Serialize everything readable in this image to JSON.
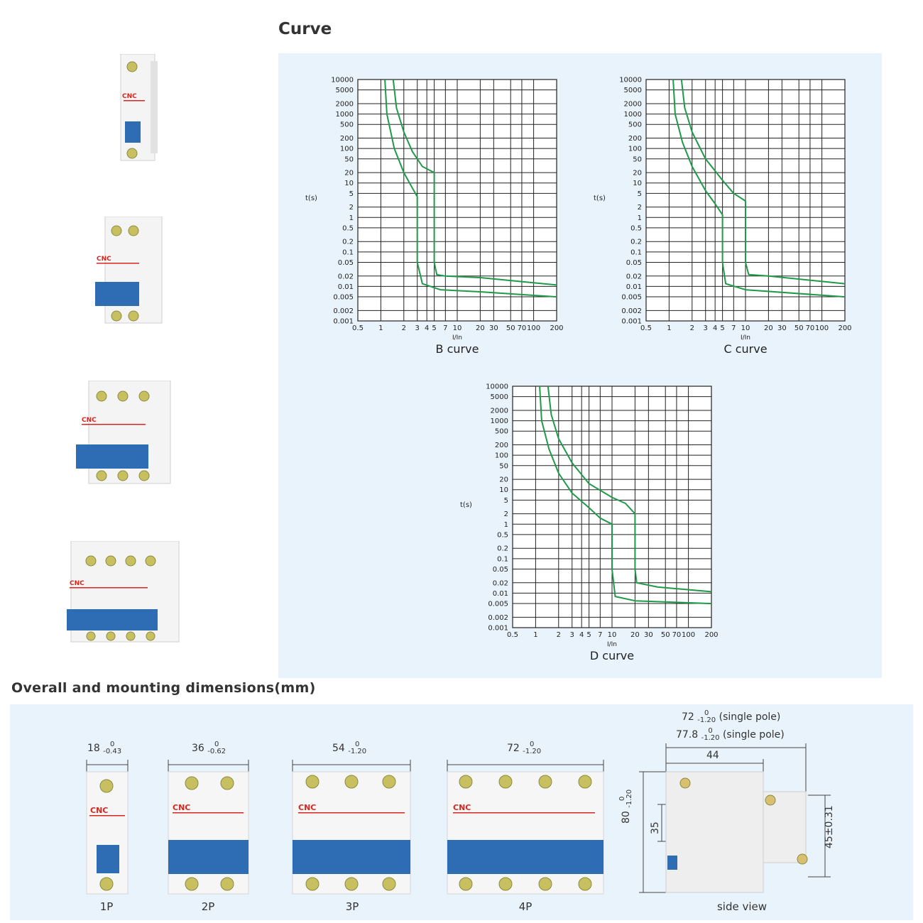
{
  "headings": {
    "curve": "Curve",
    "dimensions": "Overall and mounting dimensions(mm)"
  },
  "brand": "CNC",
  "colors": {
    "brand_red": "#d7261e",
    "handle_blue": "#2e6db4",
    "curve_green": "#1f9a48",
    "panel_bg": "#e8f3fb"
  },
  "chart_data": [
    {
      "type": "line",
      "title": "B curve",
      "xlabel": "I/In",
      "ylabel": "t(s)",
      "x_scale": "log",
      "y_scale": "log",
      "xlim": [
        0.5,
        200
      ],
      "ylim": [
        0.001,
        10000
      ],
      "x_ticks": [
        "0.5",
        "1",
        "2",
        "3",
        "4",
        "5",
        "7",
        "10",
        "20",
        "30",
        "50",
        "70",
        "100",
        "200"
      ],
      "y_ticks": [
        "10000",
        "5000",
        "2000",
        "1000",
        "500",
        "200",
        "100",
        "50",
        "20",
        "10",
        "5",
        "2",
        "1",
        "0.5",
        "0.2",
        "0.1",
        "0.05",
        "0.02",
        "0.01",
        "0.005",
        "0.002",
        "0.001"
      ],
      "grid": true,
      "series": [
        {
          "x": [
            1.13,
            1.2,
            1.5,
            2,
            2.6,
            3,
            3,
            3.5,
            6,
            20,
            200
          ],
          "y": [
            10000,
            1000,
            100,
            20,
            7,
            4,
            0.05,
            0.012,
            0.008,
            0.007,
            0.005
          ]
        },
        {
          "x": [
            1.45,
            1.6,
            2,
            2.6,
            3.5,
            5,
            5,
            5.4,
            7,
            20,
            200
          ],
          "y": [
            10000,
            1500,
            300,
            80,
            30,
            20,
            0.05,
            0.022,
            0.02,
            0.018,
            0.011
          ]
        }
      ]
    },
    {
      "type": "line",
      "title": "C curve",
      "xlabel": "I/In",
      "ylabel": "t(s)",
      "x_scale": "log",
      "y_scale": "log",
      "xlim": [
        0.5,
        200
      ],
      "ylim": [
        0.001,
        10000
      ],
      "x_ticks": [
        "0.5",
        "1",
        "2",
        "3",
        "4",
        "5",
        "7",
        "10",
        "20",
        "30",
        "50",
        "70",
        "100",
        "200"
      ],
      "y_ticks": [
        "10000",
        "5000",
        "2000",
        "1000",
        "500",
        "200",
        "100",
        "50",
        "20",
        "10",
        "5",
        "2",
        "1",
        "0.5",
        "0.2",
        "0.1",
        "0.05",
        "0.02",
        "0.01",
        "0.005",
        "0.002",
        "0.001"
      ],
      "grid": true,
      "series": [
        {
          "x": [
            1.13,
            1.2,
            1.5,
            2,
            3,
            4,
            5,
            5,
            5.5,
            10,
            200
          ],
          "y": [
            10000,
            1000,
            150,
            30,
            6,
            2.5,
            1.2,
            0.05,
            0.012,
            0.008,
            0.005
          ]
        },
        {
          "x": [
            1.45,
            1.6,
            2,
            3,
            5,
            7,
            10,
            10,
            11,
            20,
            200
          ],
          "y": [
            10000,
            1500,
            300,
            50,
            12,
            5,
            3,
            0.05,
            0.022,
            0.02,
            0.012
          ]
        }
      ]
    },
    {
      "type": "line",
      "title": "D curve",
      "xlabel": "I/In",
      "ylabel": "t(s)",
      "x_scale": "log",
      "y_scale": "log",
      "xlim": [
        0.5,
        200
      ],
      "ylim": [
        0.001,
        10000
      ],
      "x_ticks": [
        "0.5",
        "1",
        "2",
        "3",
        "4",
        "5",
        "7",
        "10",
        "20",
        "30",
        "50",
        "70",
        "100",
        "200"
      ],
      "y_ticks": [
        "10000",
        "5000",
        "2000",
        "1000",
        "500",
        "200",
        "100",
        "50",
        "20",
        "10",
        "5",
        "2",
        "1",
        "0.5",
        "0.2",
        "0.1",
        "0.05",
        "0.02",
        "0.01",
        "0.005",
        "0.002",
        "0.001"
      ],
      "grid": true,
      "series": [
        {
          "x": [
            1.13,
            1.2,
            1.5,
            2,
            3,
            5,
            7,
            10,
            10,
            11,
            20,
            200
          ],
          "y": [
            10000,
            1000,
            150,
            30,
            8,
            3,
            1.5,
            1,
            0.05,
            0.008,
            0.006,
            0.005
          ]
        },
        {
          "x": [
            1.45,
            1.6,
            2,
            3,
            5,
            10,
            15,
            20,
            20,
            21,
            40,
            200
          ],
          "y": [
            10000,
            1500,
            300,
            60,
            15,
            6,
            4,
            2,
            0.05,
            0.02,
            0.015,
            0.011
          ]
        }
      ]
    }
  ],
  "dimensions": {
    "widths": [
      {
        "value": "18",
        "upper": "0",
        "lower": "-0.43"
      },
      {
        "value": "36",
        "upper": "0",
        "lower": "-0.62"
      },
      {
        "value": "54",
        "upper": "0",
        "lower": "-1.20"
      },
      {
        "value": "72",
        "upper": "0",
        "lower": "-1.20"
      }
    ],
    "poles": [
      "1P",
      "2P",
      "3P",
      "4P"
    ],
    "side": {
      "line1_value": "72",
      "line1_upper": "0",
      "line1_lower": "-1.20",
      "line1_note": "(single pole)",
      "line2_value": "77.8",
      "line2_upper": "0",
      "line2_lower": "-1.20",
      "line2_note": "(single pole)",
      "top": "44",
      "height_value": "80",
      "height_upper": "0",
      "height_lower": "-1.20",
      "inner": "35",
      "right": "45±0.31",
      "caption": "side view"
    }
  }
}
